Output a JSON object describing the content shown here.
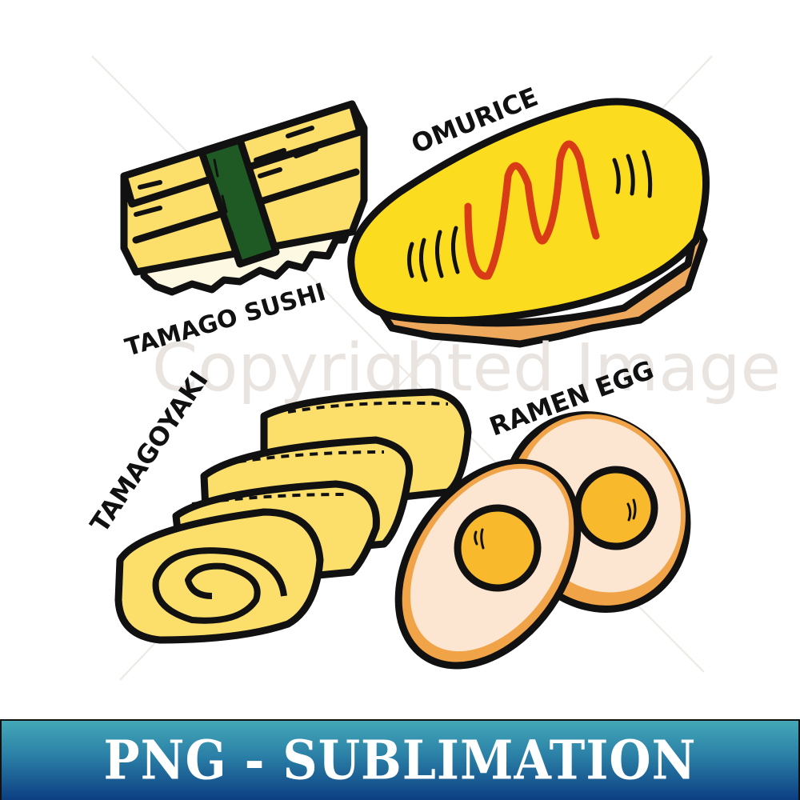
{
  "items": [
    {
      "label": "TAMAGO SUSHI"
    },
    {
      "label": "OMURICE"
    },
    {
      "label": "TAMAGOYAKI"
    },
    {
      "label": "RAMEN EGG"
    }
  ],
  "watermark": {
    "text": "Copyrighted Image"
  },
  "banner": {
    "text": "PNG - SUBLIMATION"
  },
  "colors": {
    "egg_yellow": "#fcdf6b",
    "omelette_yellow": "#fbdc1f",
    "nori_green": "#1f5a25",
    "rice": "#fdf8e2",
    "ketchup": "#d93b16",
    "fried_rice": "#eea85c",
    "egg_white": "#fde6d1",
    "yolk": "#f9b92c",
    "egg_rim": "#f0a347",
    "banner_top": "#44a8b8",
    "banner_bottom": "#0c3e82"
  }
}
